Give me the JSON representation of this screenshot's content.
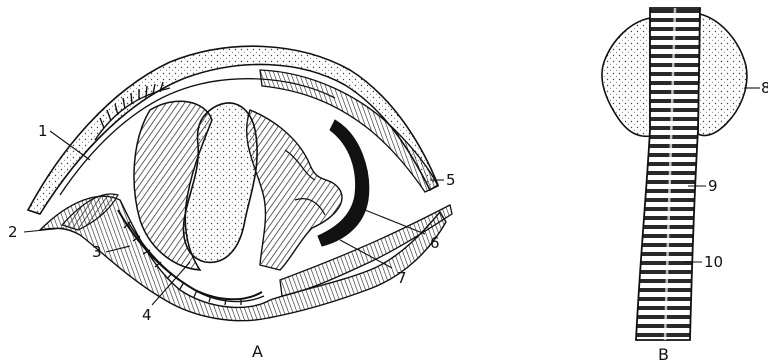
{
  "figure": {
    "panel_a": {
      "caption": "A",
      "labels": [
        "1",
        "2",
        "3",
        "4",
        "5",
        "6",
        "7"
      ]
    },
    "panel_b": {
      "caption": "B",
      "labels": [
        "8",
        "9",
        "10"
      ]
    }
  },
  "colors": {
    "ink": "#111111",
    "paper": "#ffffff",
    "stipple": "#444444"
  }
}
